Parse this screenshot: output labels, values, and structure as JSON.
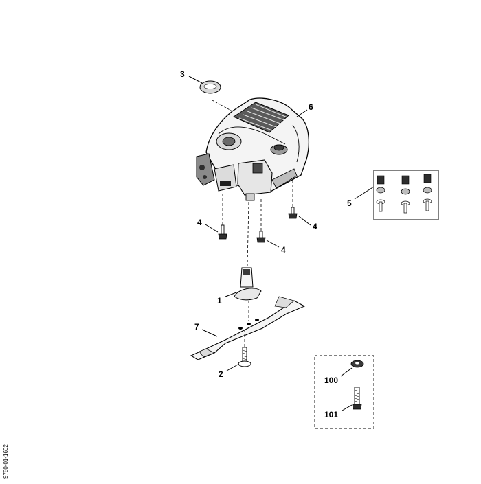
{
  "diagram": {
    "callouts": [
      {
        "id": "c3",
        "label": "3"
      },
      {
        "id": "c6",
        "label": "6"
      },
      {
        "id": "c5",
        "label": "5"
      },
      {
        "id": "c4a",
        "label": "4"
      },
      {
        "id": "c4b",
        "label": "4"
      },
      {
        "id": "c4c",
        "label": "4"
      },
      {
        "id": "c1",
        "label": "1"
      },
      {
        "id": "c7",
        "label": "7"
      },
      {
        "id": "c2",
        "label": "2"
      },
      {
        "id": "c100",
        "label": "100"
      },
      {
        "id": "c101",
        "label": "101"
      }
    ],
    "side_code": "9780-01-1602 "
  },
  "colors": {
    "line": "#000000",
    "light_fill": "#f2f2f2",
    "mid_fill": "#cfcfcf",
    "dark_fill": "#3a3a3a"
  }
}
